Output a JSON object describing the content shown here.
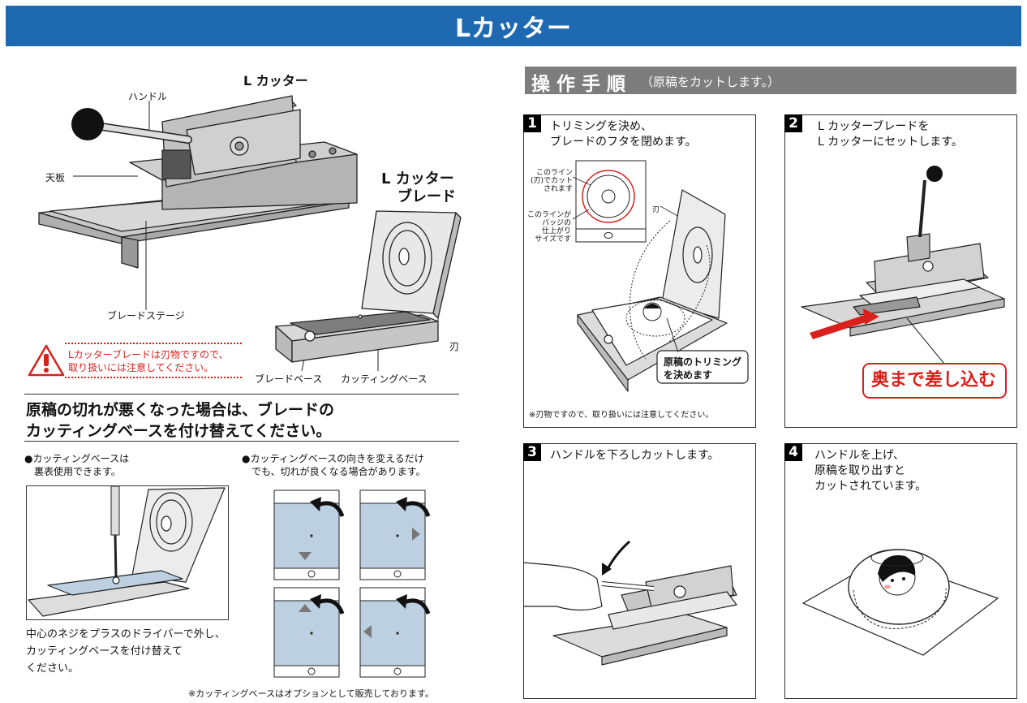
{
  "title": "Lカッター",
  "left": {
    "diagram_title": "L カッター",
    "labels": {
      "handle": "ハンドル",
      "top_plate": "天板",
      "blade_stage": "ブレードステージ",
      "blade_title_1": "L カッター",
      "blade_title_2": "ブレード",
      "edge": "刃",
      "blade_base": "ブレードベース",
      "cutting_base": "カッティングベース"
    },
    "warning": {
      "line1": "Lカッターブレードは刃物ですので、",
      "line2": "取り扱いには注意してください。"
    },
    "section_heading": {
      "line1": "原稿の切れが悪くなった場合は、ブレードの",
      "line2": "カッティングベースを付け替えてください。"
    },
    "note_left": {
      "line1": "●カッティングベースは",
      "line2": "　裏表使用できます。"
    },
    "note_right": {
      "line1": "●カッティングベースの向きを変えるだけ",
      "line2": "　でも、切れが良くなる場合があります。"
    },
    "caption": {
      "line1": "中心のネジをプラスのドライバーで外し、",
      "line2": "カッティングベースを付け替えて",
      "line3": "ください。"
    },
    "footnote": "※カッティングベースはオプションとして販売しております。"
  },
  "right": {
    "section_title": "操 作 手 順",
    "section_sub": "（原稿をカットします。）",
    "steps": [
      {
        "num": "1",
        "text": "トリミングを決め、\nブレードのフタを閉めます。"
      },
      {
        "num": "2",
        "text": "L カッターブレードを\nL カッターにセットします。"
      },
      {
        "num": "3",
        "text": "ハンドルを下ろしカットします。"
      },
      {
        "num": "4",
        "text": "ハンドルを上げ、\n原稿を取り出すと\nカットされています。"
      }
    ],
    "step1_labels": {
      "cut_line": "このライン\n(刃)でカット\nされます",
      "finish_line": "このラインが\nバッジの\n仕上がり\nサイズです",
      "edge": "刃",
      "callout": "原稿のトリミング\nを決めます",
      "footnote": "※刃物ですので、取り扱いには注意してください。"
    },
    "step2_callout": "奥まで差し込む"
  },
  "colors": {
    "header": "#1f69b0",
    "section_bar": "#7d7d7d",
    "warning_red": "#d9201a",
    "base_blue": "#bcd0e2"
  }
}
